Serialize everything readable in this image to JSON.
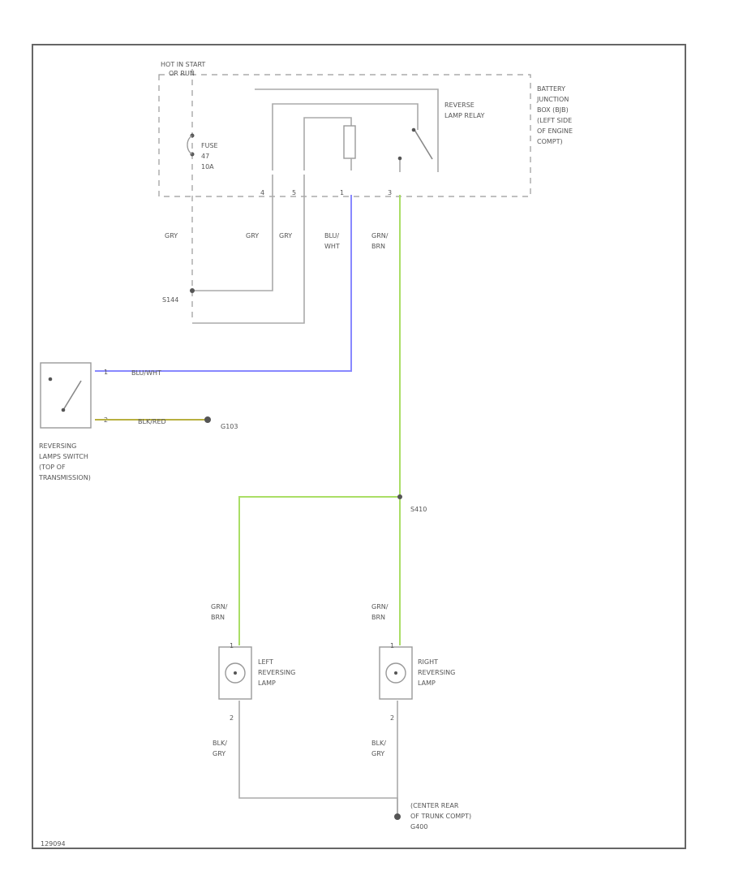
{
  "labels": {
    "hot_in_start_1": "HOT IN START",
    "hot_in_start_2": "OR RUN",
    "battery_box": [
      "BATTERY",
      "JUNCTION",
      "BOX (BJB)",
      "(LEFT SIDE",
      "OF ENGINE",
      "COMPT)"
    ],
    "reverse_relay": [
      "REVERSE",
      "LAMP RELAY"
    ],
    "fuse": [
      "FUSE",
      "47",
      "10A"
    ],
    "pin_numbers": [
      "4",
      "5",
      "1",
      "3"
    ],
    "splice_s144": "S144",
    "switch_label": [
      "REVERSING",
      "LAMPS SWITCH",
      "(TOP OF",
      "TRANSMISSION)"
    ],
    "switch_pins": [
      "1",
      "2"
    ],
    "ground_g103": "G103",
    "splice_s410": "S410",
    "left_lamp": [
      "LEFT",
      "REVERSING",
      "LAMP"
    ],
    "right_lamp": [
      "RIGHT",
      "REVERSING",
      "LAMP"
    ],
    "lamp_pin_top": "1",
    "lamp_pin_bottom": "2",
    "ground_g400_label": [
      "(CENTER REAR",
      "OF TRUNK COMPT)",
      "G400"
    ],
    "figure_id": "129094"
  },
  "wire_colors": {
    "gry_1": "GRY",
    "gry_2": "GRY",
    "gry_3": "GRY",
    "blu_wht": [
      "BLU/",
      "WHT"
    ],
    "grn_brn_top": [
      "GRN/",
      "BRN"
    ],
    "blu_wht_inline": "BLU/WHT",
    "blk_red_inline": "BLK/RED",
    "grn_brn_left": [
      "GRN/",
      "BRN"
    ],
    "grn_brn_right": [
      "GRN/",
      "BRN"
    ],
    "blk_gry_left": [
      "BLK/",
      "GRY"
    ],
    "blk_gry_right": [
      "BLK/",
      "GRY"
    ]
  },
  "colors": {
    "blue_wire": "#8888ff",
    "green_wire": "#aade66",
    "olive_wire": "#b8b040",
    "gray_wire": "#aaaaaa"
  }
}
